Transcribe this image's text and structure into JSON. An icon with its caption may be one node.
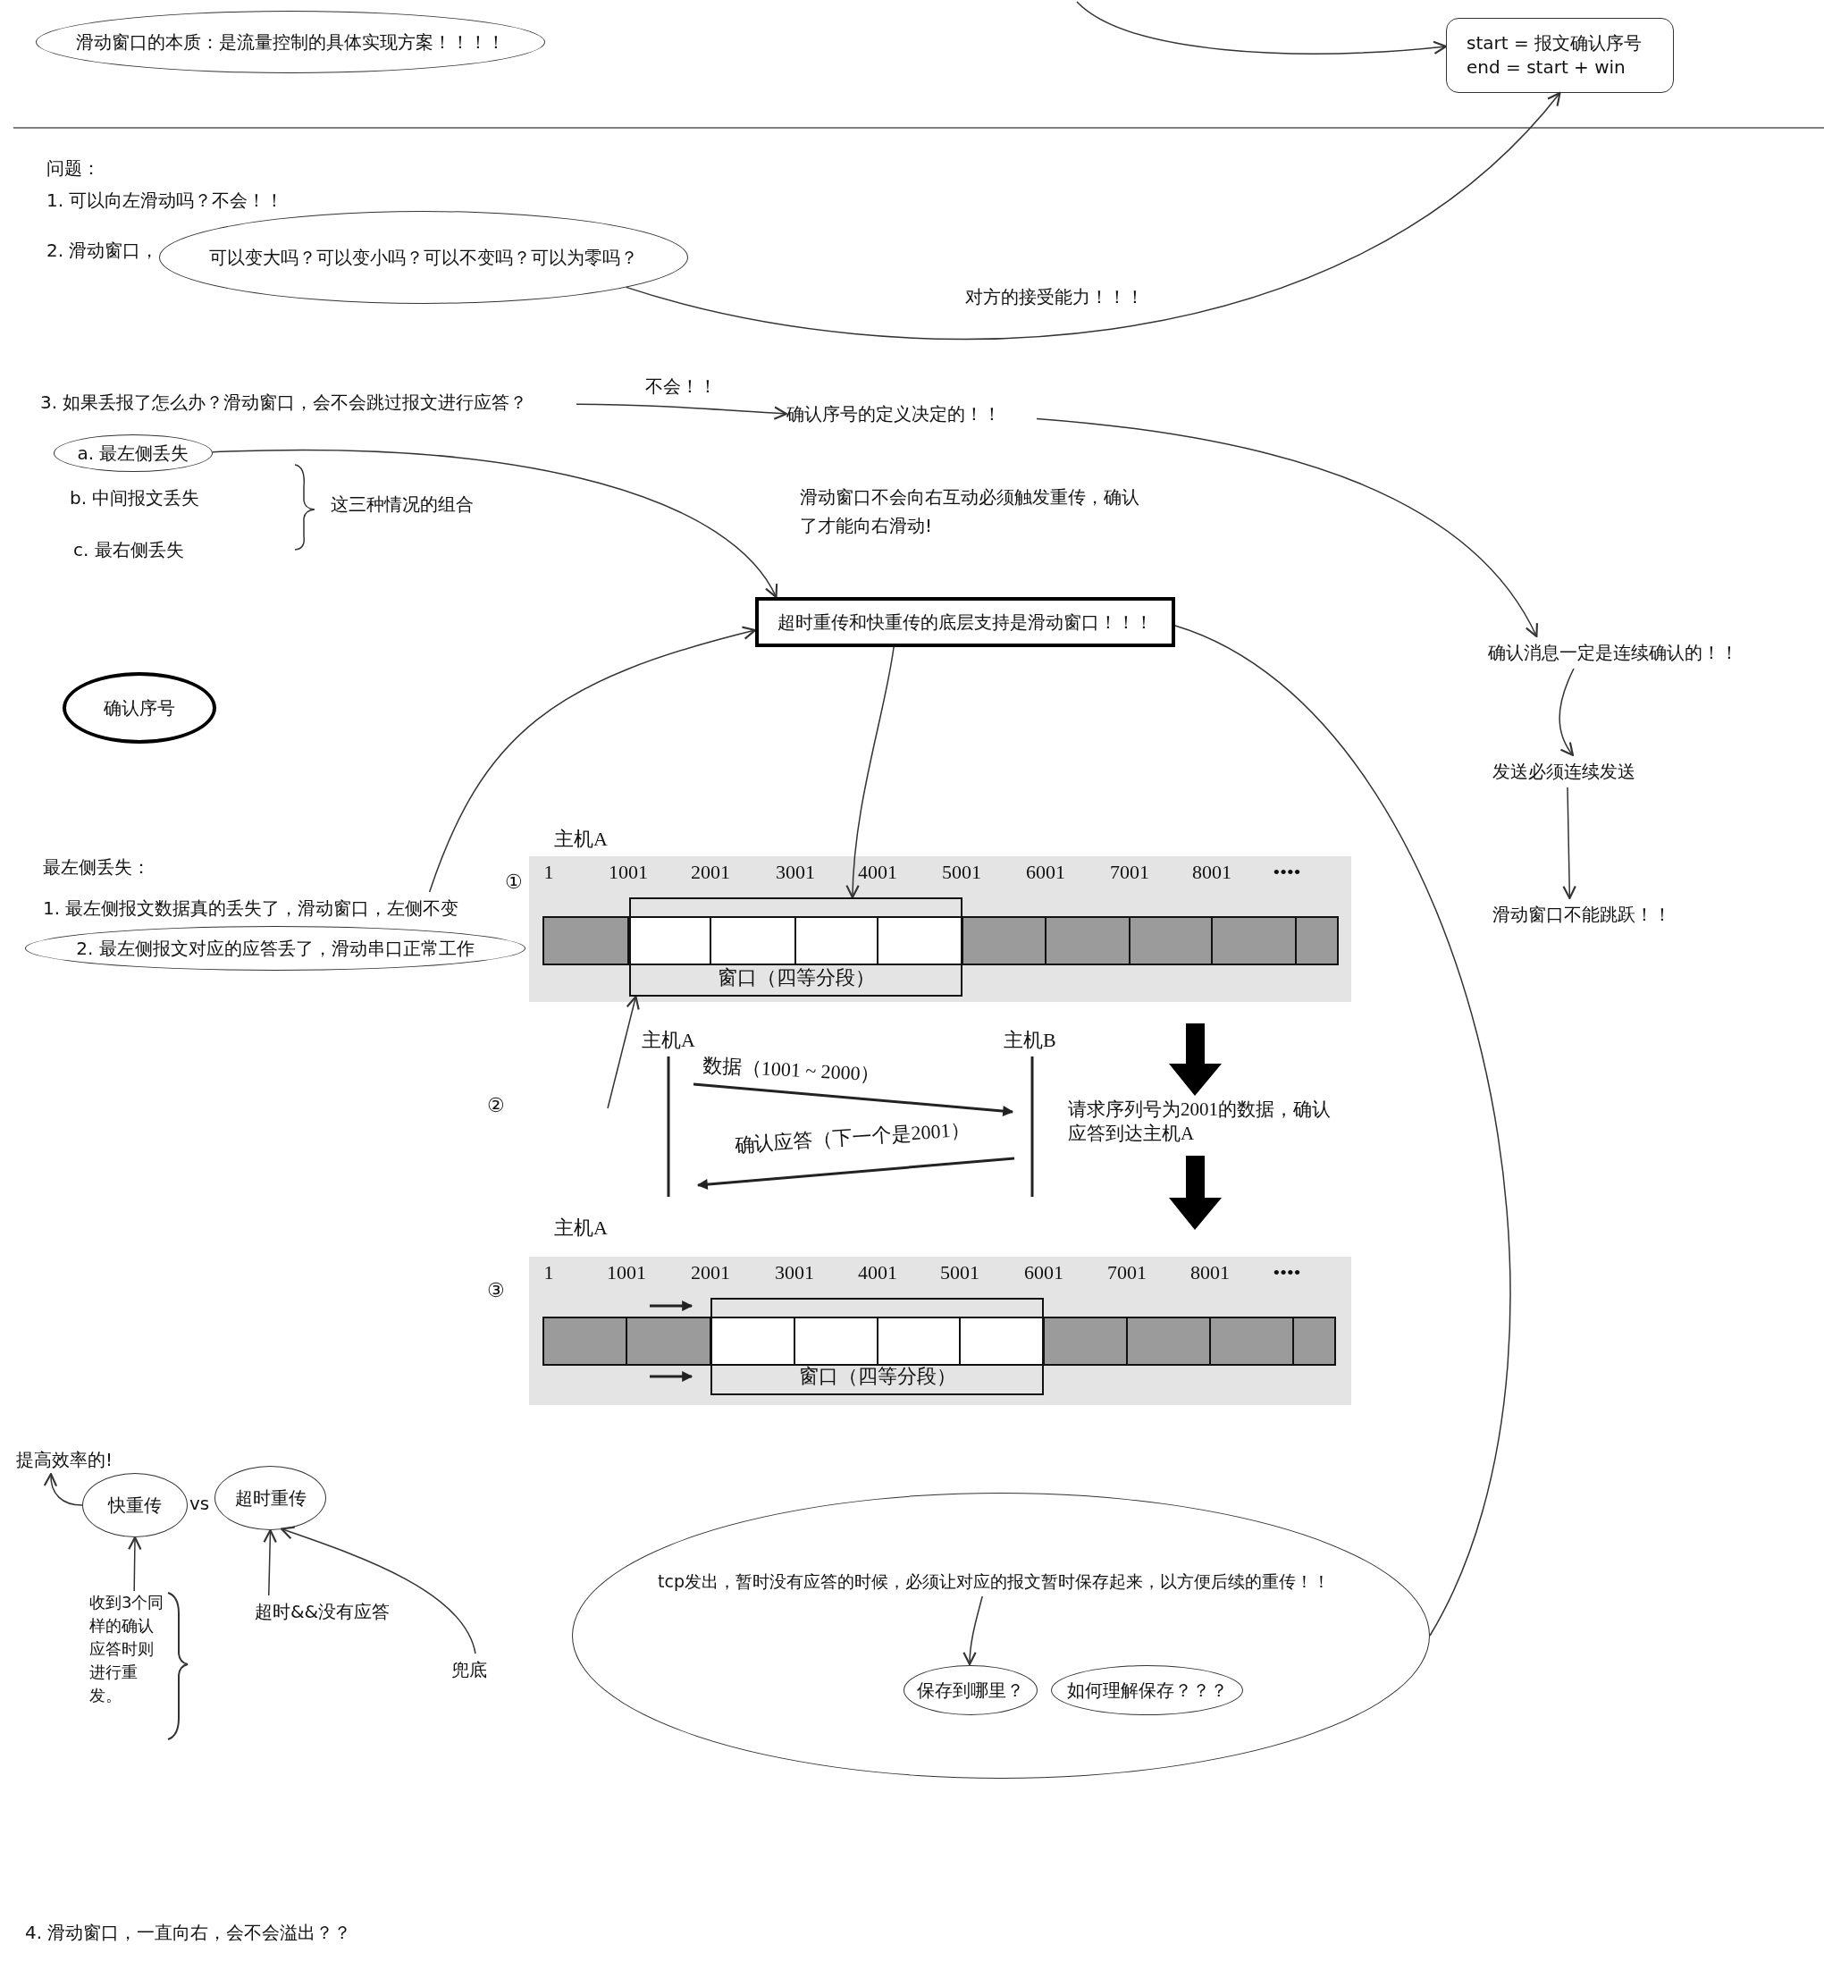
{
  "diagram": {
    "nodes": [
      {
        "text": [
          "滑动窗口的本质：是流量控制的具体实现方案！！！！"
        ]
      },
      {
        "text": [
          "start = 报文确认序号",
          "end = start + win"
        ]
      },
      {
        "text": [
          "可以变大吗？可以变小吗？可以不变吗？可以为零吗？"
        ]
      },
      {
        "text": [
          "3. 如果丢报了怎么办？滑动窗口，会不会跳过报文进行应答？"
        ]
      },
      {
        "text": [
          "确认序号的定义决定的！！"
        ]
      },
      {
        "text": [
          "a. 最左侧丢失"
        ]
      },
      {
        "text": [
          "超时重传和快重传的底层支持是滑动窗口！！！"
        ]
      },
      {
        "text": [
          "确认消息一定是连续确认的！！"
        ]
      },
      {
        "text": [
          "发送必须连续发送"
        ]
      },
      {
        "text": [
          "滑动窗口不能跳跃！！"
        ]
      },
      {
        "text": [
          "确认序号"
        ]
      },
      {
        "text": [
          "1. 最左侧报文数据真的丢失了，滑动窗口，左侧不变"
        ]
      },
      {
        "text": [
          "2. 最左侧报文对应的应答丢了，滑动串口正常工作"
        ]
      },
      {
        "text": [
          "窗口（四等分段）"
        ]
      },
      {
        "text": [
          "窗口（四等分段）"
        ]
      },
      {
        "text": [
          "提高效率的!"
        ]
      },
      {
        "text": [
          "快重传"
        ]
      },
      {
        "text": [
          "超时重传"
        ]
      },
      {
        "text": [
          "收到3个同样的确认应答时则进行重发。"
        ]
      },
      {
        "text": [
          "超时&&没有应答"
        ]
      },
      {
        "text": [
          "兜底"
        ]
      },
      {
        "text": [],
        "shape": "ellipse"
      },
      {
        "text": [
          "tcp发出，暂时没有应答的时候，必须让对应的报文暂时保存起来，以方便后续的重传！！"
        ],
        "in": 21
      },
      {
        "text": [
          "保存到哪里？"
        ],
        "in": 21
      },
      {
        "text": [
          "如何理解保存？？？"
        ],
        "in": 21
      }
    ],
    "edges": [
      {
        "from": null,
        "to": 1,
        "arrow": "to"
      },
      {
        "from": 2,
        "to": 1,
        "arrow": "to",
        "label": "对方的接受能力！！！"
      },
      {
        "from": 3,
        "to": 4,
        "arrow": "to",
        "label": "不会！！"
      },
      {
        "from": 4,
        "to": 7,
        "arrow": "to"
      },
      {
        "from": 7,
        "to": 8,
        "arrow": "to"
      },
      {
        "from": 8,
        "to": 9,
        "arrow": "to"
      },
      {
        "from": 5,
        "to": 6,
        "arrow": "to",
        "label": "滑动窗口不会向右互动必须触发重传，确认了才能向右滑动!"
      },
      {
        "from": 11,
        "to": 6,
        "arrow": "to"
      },
      {
        "from": 6,
        "to": 13,
        "arrow": "to"
      },
      {
        "from": null,
        "to": 13,
        "arrow": "to"
      },
      {
        "from": 6,
        "to": 21,
        "arrow": "none"
      },
      {
        "from": 16,
        "to": 15,
        "arrow": "to"
      },
      {
        "from": 18,
        "to": 16,
        "arrow": "to"
      },
      {
        "from": 19,
        "to": 17,
        "arrow": "to"
      },
      {
        "from": 20,
        "to": 17,
        "arrow": "to"
      },
      {
        "from": 22,
        "to": 23,
        "arrow": "to"
      }
    ],
    "labels": [
      "问题：",
      "1. 可以向左滑动吗？不会！！",
      "2. 滑动窗口，",
      "b. 中间报文丢失",
      "c. 最右侧丢失",
      "这三种情况的组合",
      "主机A",
      "最左侧丢失：",
      "1",
      "1001",
      "2001",
      "3001",
      "4001",
      "5001",
      "6001",
      "7001",
      "8001",
      "••••",
      "①",
      "主机A",
      "主机B",
      "数据（1001 ~ 2000）",
      "②",
      "确认应答（下一个是2001）",
      "请求序列号为2001的数据，确认应答到达主机A",
      "主机A",
      "③",
      "1",
      "1001",
      "2001",
      "3001",
      "4001",
      "5001",
      "6001",
      "7001",
      "8001",
      "••••",
      "vs",
      "4. 滑动窗口，一直向右，会不会溢出？？"
    ]
  }
}
